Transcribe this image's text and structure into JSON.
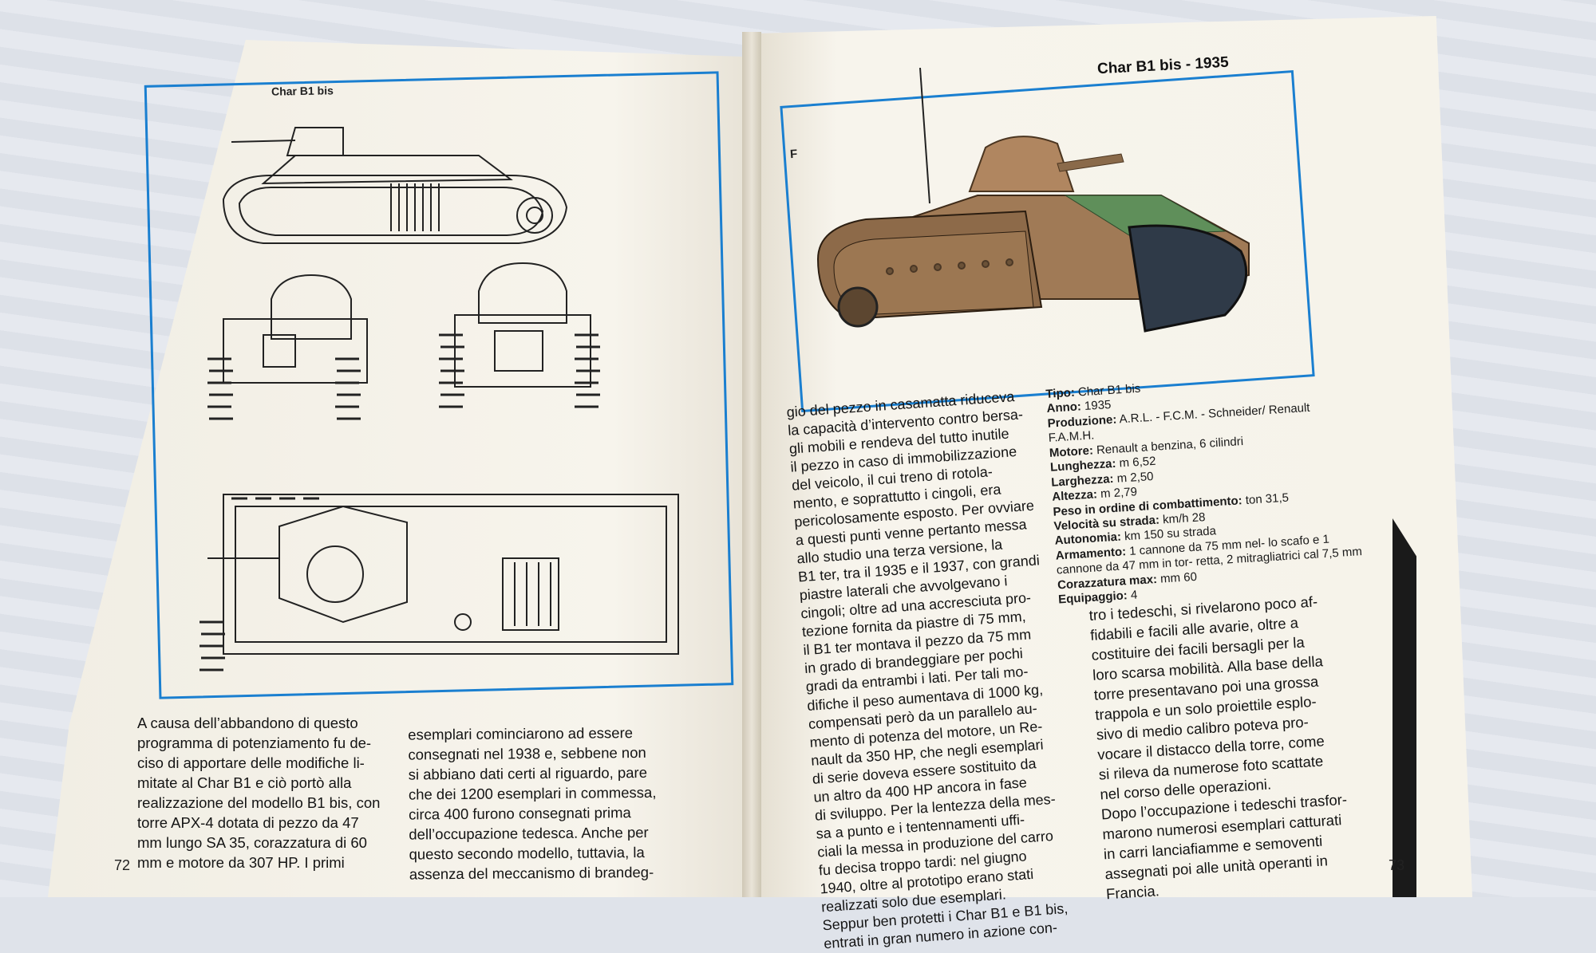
{
  "colors": {
    "frame": "#1a7fd0",
    "tank_body": "#a07a56",
    "tank_camo": "#5f8f5a",
    "paper": "#f6f3ea"
  },
  "left_page": {
    "plate_label": "Char B1 bis",
    "page_number": "72",
    "text_col1": "A causa dell’abbandono di questo\nprogramma di potenziamento fu de-\nciso di apportare delle modifiche li-\nmitate al Char B1 e ciò portò alla\nrealizzazione del modello B1 bis, con\ntorre APX-4 dotata di pezzo da 47\nmm lungo SA 35, corazzatura di 60\nmm e motore da 307 HP. I primi",
    "text_col2": "esemplari cominciarono ad essere\nconsegnati nel 1938 e, sebbene non\nsi abbiano dati certi al riguardo, pare\nche dei 1200 esemplari in commessa,\ncirca 400 furono consegnati prima\ndell’occupazione tedesca. Anche per\nquesto secondo modello, tuttavia, la\nassenza del meccanismo di brandeg-"
  },
  "right_page": {
    "plate_title": "Char B1 bis - 1935",
    "plate_letter": "F",
    "page_number": "73",
    "text_col1": "gio del pezzo in casamatta riduceva\nla capacità d’intervento contro bersa-\ngli mobili e rendeva del tutto inutile\nil pezzo in caso di immobilizzazione\ndel veicolo, il cui treno di rotola-\nmento, e soprattutto i cingoli, era\npericolosamente esposto. Per ovviare\na questi punti venne pertanto messa\nallo studio una terza versione, la\nB1 ter, tra il 1935 e il 1937, con grandi\npiastre laterali che avvolgevano i\ncingoli; oltre ad una accresciuta pro-\ntezione fornita da piastre di 75 mm,\nil B1 ter montava il pezzo da 75 mm\nin grado di brandeggiare per pochi\ngradi da entrambi i lati. Per tali mo-\ndifiche il peso aumentava di 1000 kg,\ncompensati però da un parallelo au-\nmento di potenza del motore, un Re-\nnault da 350 HP, che negli esemplari\ndi serie doveva essere sostituito da\nun altro da 400 HP ancora in fase\ndi sviluppo. Per la lentezza della mes-\nsa a punto e i tentennamenti uffi-\nciali la messa in produzione del carro\nfu decisa troppo tardi: nel giugno\n1940, oltre al prototipo erano stati\nrealizzati solo due esemplari.\nSeppur ben protetti i Char B1 e B1 bis,\nentrati in gran numero in azione con-",
    "text_col2": "tro i tedeschi, si rivelarono poco af-\nfidabili e facili alle avarie, oltre a\ncostituire dei facili bersagli per la\nloro scarsa mobilità. Alla base della\ntorre presentavano poi una grossa\ntrappola e un solo proiettile esplo-\nsivo di medio calibro poteva pro-\nvocare il distacco della torre, come\nsi rileva da numerose foto scattate\nnel corso delle operazioni.\nDopo l’occupazione i tedeschi trasfor-\nmarono numerosi esemplari catturati\nin carri lanciafiamme e semoventi\nassegnati poi alle unità operanti in\nFrancia.",
    "specs": [
      {
        "label": "Tipo:",
        "value": "Char B1 bis"
      },
      {
        "label": "Anno:",
        "value": "1935"
      },
      {
        "label": "Produzione:",
        "value": "A.R.L. - F.C.M. - Schneider/ Renault F.A.M.H."
      },
      {
        "label": "Motore:",
        "value": "Renault a benzina, 6 cilindri"
      },
      {
        "label": "Lunghezza:",
        "value": "m 6,52"
      },
      {
        "label": "Larghezza:",
        "value": "m 2,50"
      },
      {
        "label": "Altezza:",
        "value": "m 2,79"
      },
      {
        "label": "Peso in ordine di combattimento:",
        "value": "ton 31,5"
      },
      {
        "label": "Velocità su strada:",
        "value": "km/h 28"
      },
      {
        "label": "Autonomia:",
        "value": "km 150 su strada"
      },
      {
        "label": "Armamento:",
        "value": "1 cannone da 75 mm nel- lo scafo e 1 cannone da 47 mm in tor- retta, 2 mitragliatrici cal 7,5 mm"
      },
      {
        "label": "Corazzatura max:",
        "value": "mm 60"
      },
      {
        "label": "Equipaggio:",
        "value": "4"
      }
    ]
  }
}
